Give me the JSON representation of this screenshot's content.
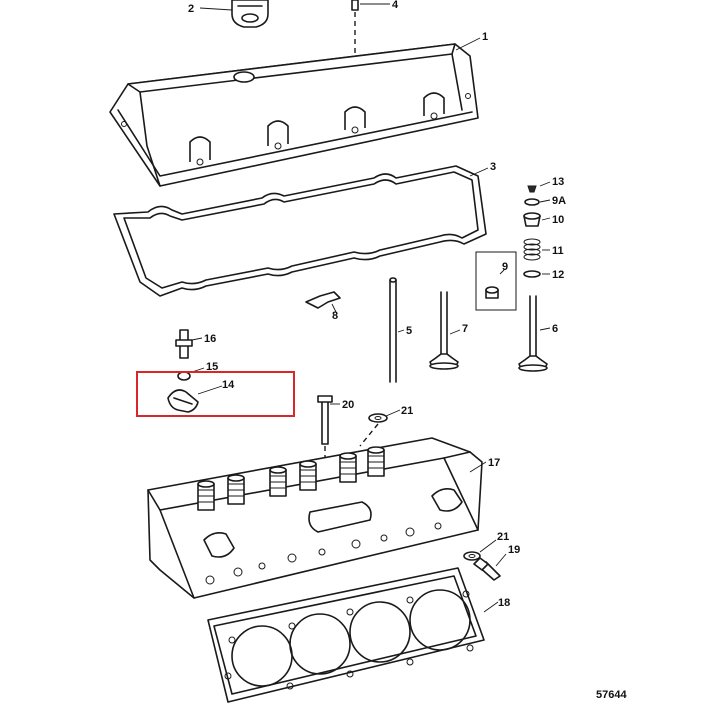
{
  "diagram": {
    "labels": {
      "l1": "1",
      "l2": "2",
      "l3": "3",
      "l4": "4",
      "l5": "5",
      "l6": "6",
      "l7": "7",
      "l8": "8",
      "l9": "9",
      "l9a": "9A",
      "l10": "10",
      "l11": "11",
      "l12": "12",
      "l13": "13",
      "l14": "14",
      "l15": "15",
      "l16": "16",
      "l17": "17",
      "l18": "18",
      "l19": "19",
      "l20": "20",
      "l21a": "21",
      "l21b": "21"
    },
    "figure_number": "57644",
    "highlight_color": "#d9262b"
  }
}
